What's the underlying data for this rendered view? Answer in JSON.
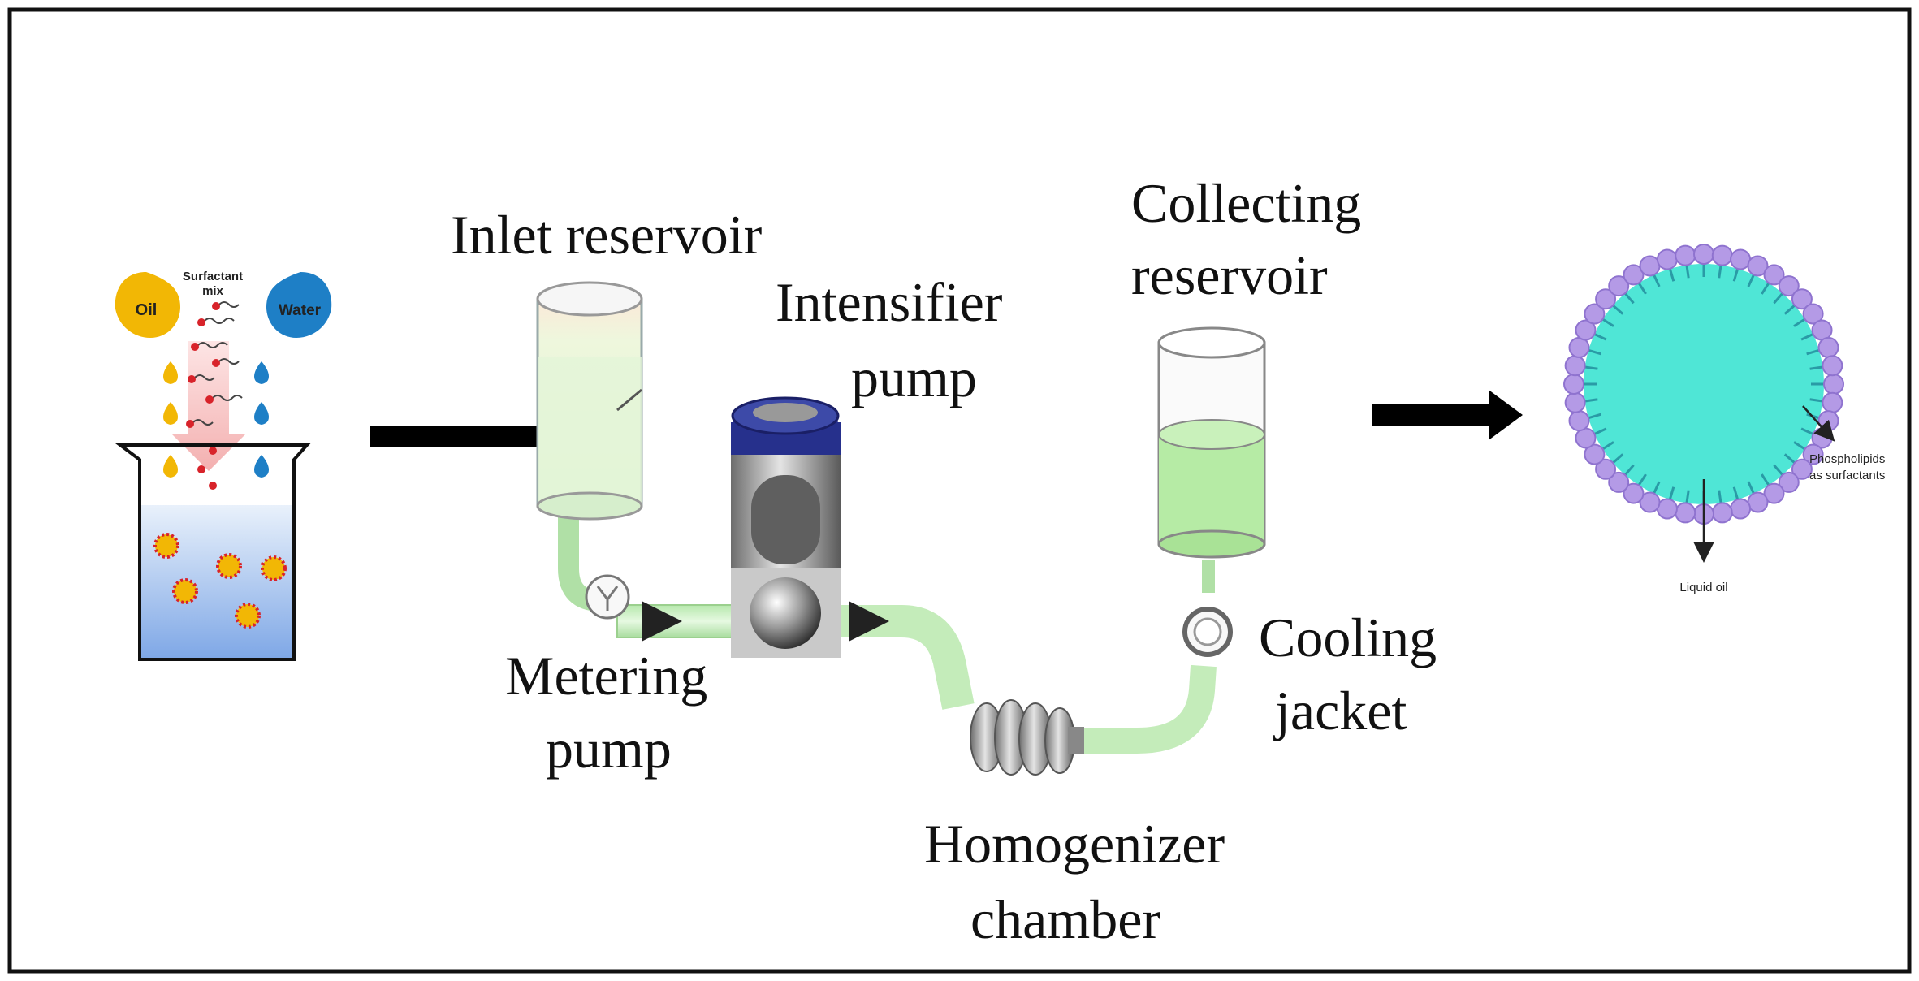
{
  "labels": {
    "inlet_reservoir": "Inlet reservoir",
    "intensifier_line1": "Intensifier",
    "intensifier_line2": "pump",
    "collecting_line1": "Collecting",
    "collecting_line2": "reservoir",
    "metering_line1": "Metering",
    "metering_line2": "pump",
    "cooling_line1": "Cooling",
    "cooling_line2": "jacket",
    "homogenizer_line1": "Homogenizer",
    "homogenizer_line2": "chamber"
  },
  "mixing": {
    "oil": "Oil",
    "water": "Water",
    "surfactant_line1": "Surfactant",
    "surfactant_line2": "mix"
  },
  "droplet": {
    "phospholipids_line1": "Phospholipids",
    "phospholipids_line2": "as surfactants",
    "liquid_oil": "Liquid oil"
  },
  "colors": {
    "oil": "#f2b705",
    "water": "#1e7fc6",
    "surfactant_head": "#d8232a",
    "fluid_green": "#c7efc0",
    "droplet_core": "#4fe6d6",
    "phospholipid_head": "#b49ae6"
  }
}
